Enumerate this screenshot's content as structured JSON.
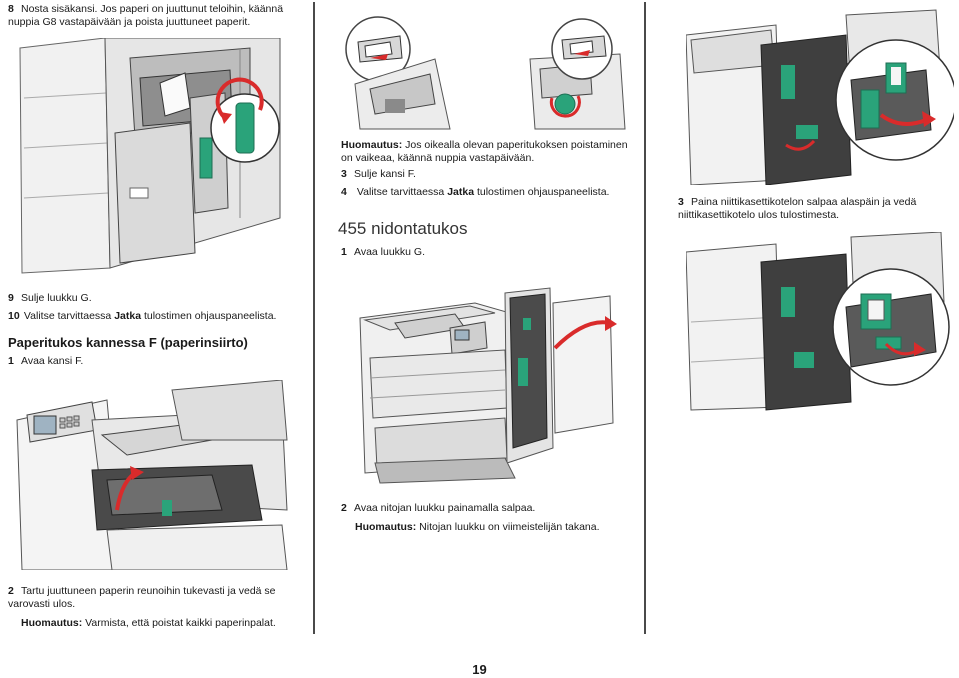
{
  "col1": {
    "step8_num": "8",
    "step8_text": "Nosta sisäkansi. Jos paperi on juuttunut teloihin, käännä nuppia G8 vastapäivään ja poista juuttuneet paperit.",
    "step9_num": "9",
    "step9_text": "Sulje luukku G.",
    "step10_num": "10",
    "step10_pre": "Valitse tarvittaessa ",
    "step10_bold": "Jatka",
    "step10_post": " tulostimen ohjauspaneelista.",
    "section_heading": "Paperitukos kannessa F (paperinsiirto)",
    "stepF1_num": "1",
    "stepF1_text": "Avaa kansi F.",
    "stepF2_num": "2",
    "stepF2_text": "Tartu juuttuneen paperin reunoihin tukevasti ja vedä se varovasti ulos.",
    "note_label": "Huomautus:",
    "note_text": " Varmista, että poistat kaikki paperinpalat."
  },
  "col2": {
    "note_label": "Huomautus:",
    "note_text": " Jos oikealla olevan paperitukoksen poistaminen on vaikeaa, käännä nuppia vastapäivään.",
    "step3_num": "3",
    "step3_text": "Sulje kansi F.",
    "step4_num": "4",
    "step4_pre": "Valitse tarvittaessa ",
    "step4_bold": "Jatka",
    "step4_post": " tulostimen ohjauspaneelista.",
    "section_heading": "455 nidontatukos",
    "step1_num": "1",
    "step1_text": "Avaa luukku G.",
    "step2_num": "2",
    "step2_text": "Avaa nitojan luukku painamalla salpaa.",
    "note2_label": "Huomautus:",
    "note2_text": " Nitojan luukku on viimeistelijän takana."
  },
  "col3": {
    "step3_num": "3",
    "step3_text": "Paina niittikasettikotelon salpaa alaspäin ja vedä niittikasettikotelo ulos tulostimesta."
  },
  "page_number": "19",
  "colors": {
    "accent_green": "#2aa37a",
    "arrow_red": "#d92b2b",
    "divider": "#4a4a4a"
  }
}
